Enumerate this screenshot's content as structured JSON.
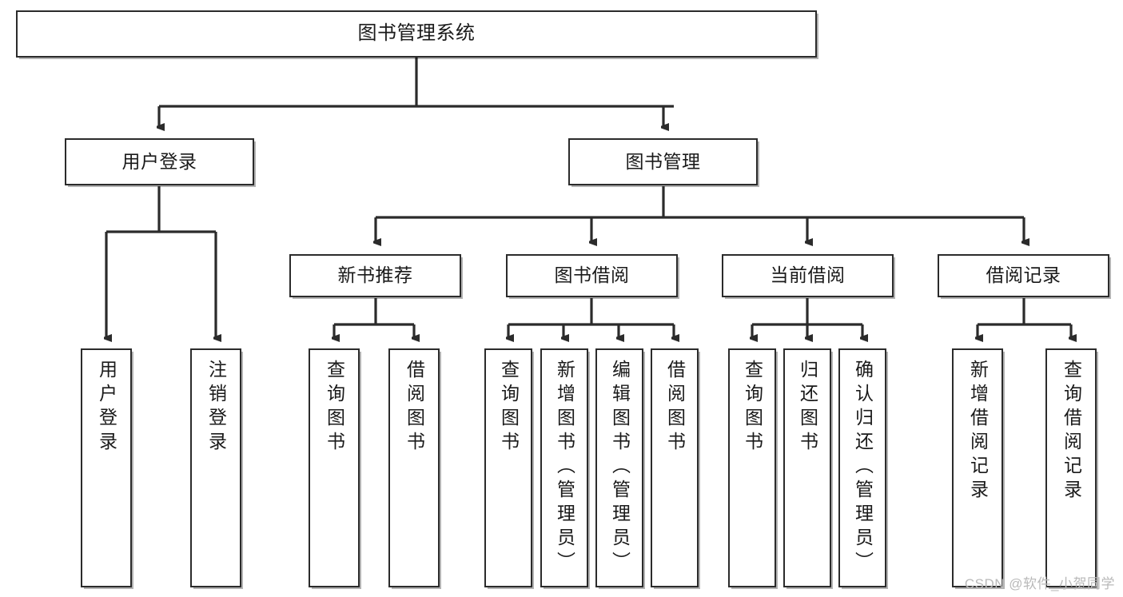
{
  "diagram": {
    "title": "图书管理系统",
    "type": "tree-hierarchy-chart",
    "root": {
      "id": "root",
      "label": "图书管理系统"
    },
    "level2": [
      {
        "id": "user-login",
        "label": "用户登录"
      },
      {
        "id": "book-management",
        "label": "图书管理"
      }
    ],
    "level3": [
      {
        "id": "new-book-recommend",
        "label": "新书推荐"
      },
      {
        "id": "book-borrow",
        "label": "图书借阅"
      },
      {
        "id": "current-borrow",
        "label": "当前借阅"
      },
      {
        "id": "borrow-record",
        "label": "借阅记录"
      }
    ],
    "leaves": [
      {
        "id": "leaf-user-login",
        "label": "用户登录",
        "parent": "user-login"
      },
      {
        "id": "leaf-logout-login",
        "label": "注销登录",
        "parent": "user-login"
      },
      {
        "id": "leaf-query-book-1",
        "label": "查询图书",
        "parent": "new-book-recommend"
      },
      {
        "id": "leaf-borrow-book-1",
        "label": "借阅图书",
        "parent": "new-book-recommend"
      },
      {
        "id": "leaf-query-book-2",
        "label": "查询图书",
        "parent": "book-borrow"
      },
      {
        "id": "leaf-add-book",
        "label": "新增图书（管理员）",
        "parent": "book-borrow"
      },
      {
        "id": "leaf-edit-book",
        "label": "编辑图书（管理员）",
        "parent": "book-borrow"
      },
      {
        "id": "leaf-borrow-book-2",
        "label": "借阅图书",
        "parent": "book-borrow"
      },
      {
        "id": "leaf-query-book-3",
        "label": "查询图书",
        "parent": "current-borrow"
      },
      {
        "id": "leaf-return-book",
        "label": "归还图书",
        "parent": "current-borrow"
      },
      {
        "id": "leaf-confirm-return",
        "label": "确认归还（管理员）",
        "parent": "current-borrow"
      },
      {
        "id": "leaf-add-record",
        "label": "新增借阅记录",
        "parent": "borrow-record"
      },
      {
        "id": "leaf-query-record",
        "label": "查询借阅记录",
        "parent": "borrow-record"
      }
    ],
    "watermark": "CSDN @软件_小贺同学",
    "colors": {
      "stroke": "#2b2b2b",
      "fill": "#ffffff",
      "text": "#1a1a1a",
      "watermark": "#b9b9b9"
    }
  }
}
